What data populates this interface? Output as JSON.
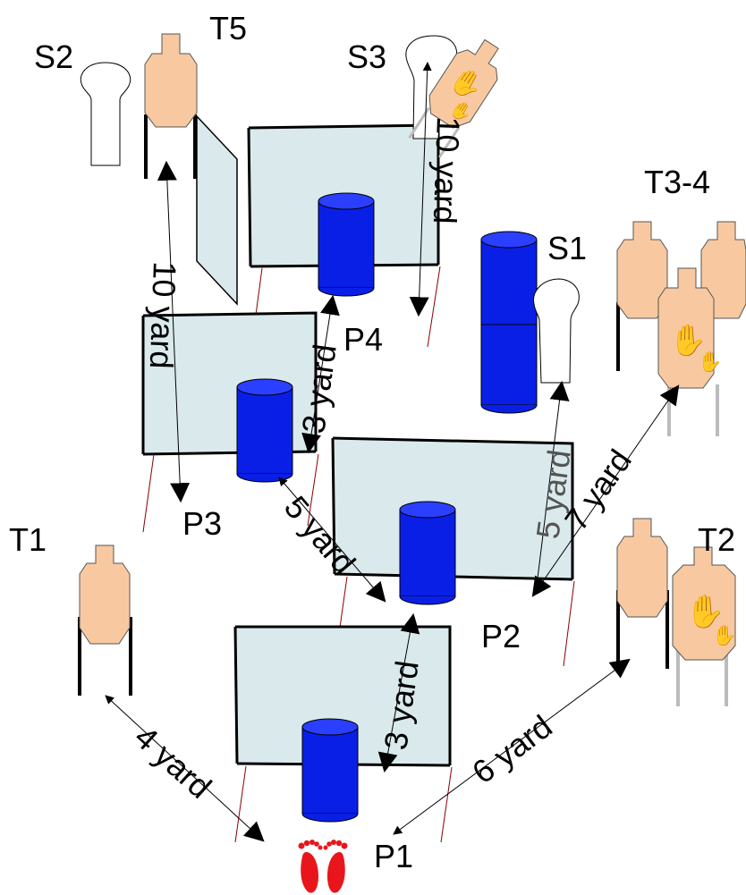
{
  "colors": {
    "target_fill": "#f8c9a0",
    "target_stroke": "#555555",
    "barrel_fill": "#0a1fe6",
    "barrel_top": "#2a3fff",
    "wall_fill": "#daeaec",
    "wall_stroke": "#000000",
    "no_shoot_fill": "#ffffff",
    "footprint": "#e8161c",
    "arrow": "#000000",
    "fault_line": "#8b0000"
  },
  "targets": {
    "t1": "T1",
    "t2": "T2",
    "t3_4": "T3-4",
    "t5": "T5",
    "s1": "S1",
    "s2": "S2",
    "s3": "S3"
  },
  "positions": {
    "p1": "P1",
    "p2": "P2",
    "p3": "P3",
    "p4": "P4"
  },
  "distances": {
    "p1_t1": "4 yard",
    "p1_t2": "6 yard",
    "p1_p2": "3 yard",
    "p2_p3": "5 yard",
    "p2_s1": "5 yard",
    "p2_t3": "7 yard",
    "p3_p4": "3 yard",
    "p3_t5": "10 yard",
    "p4_s3": "10 yard"
  },
  "icons": {
    "start": "footprints-icon",
    "no_shoot": "hand-icon"
  }
}
